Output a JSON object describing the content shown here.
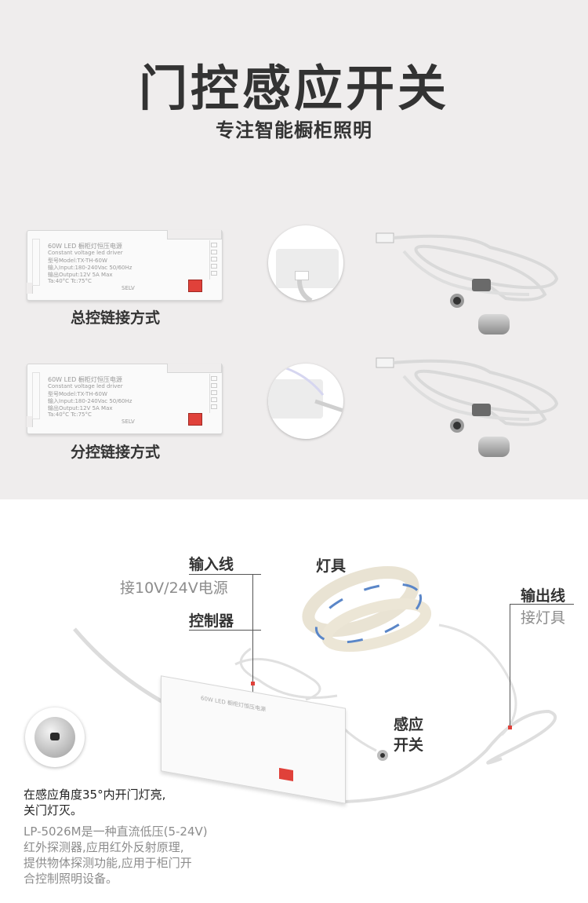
{
  "header": {
    "title": "门控感应开关",
    "subtitle": "专注智能橱柜照明"
  },
  "driver_label": {
    "line1": "60W LED 橱柜灯恒压电源",
    "line2": "Constant voltage led driver",
    "line3": "型号Model:TX-TH-60W",
    "line4": "输入Input:180-240Vac 50/60Hz",
    "line5": "输出Output:12V 5A Max",
    "line6": "Ta:40°C     Tc:75°C",
    "mark": "SELV"
  },
  "methods": [
    {
      "caption": "总控链接方式"
    },
    {
      "caption": "分控链接方式"
    }
  ],
  "diagram": {
    "input_wire_title": "输入线",
    "input_wire_desc": "接10V/24V电源",
    "controller": "控制器",
    "lamp": "灯具",
    "output_wire_title": "输出线",
    "output_wire_desc": "接灯具",
    "sensor_switch_line1": "感应",
    "sensor_switch_line2": "开关"
  },
  "notes": {
    "line1": "在感应角度35°内开门灯亮,",
    "line2": "关门灯灭。",
    "desc1": "LP-5026M是一种直流低压(5-24V)",
    "desc2": "红外探测器,应用红外反射原理,",
    "desc3": "提供物体探测功能,应用于柜门开",
    "desc4": "合控制照明设备。"
  },
  "colors": {
    "accent": "#e0413a",
    "top_bg": "#efeded",
    "text_dark": "#333333",
    "text_gray": "#8c8c8c"
  }
}
